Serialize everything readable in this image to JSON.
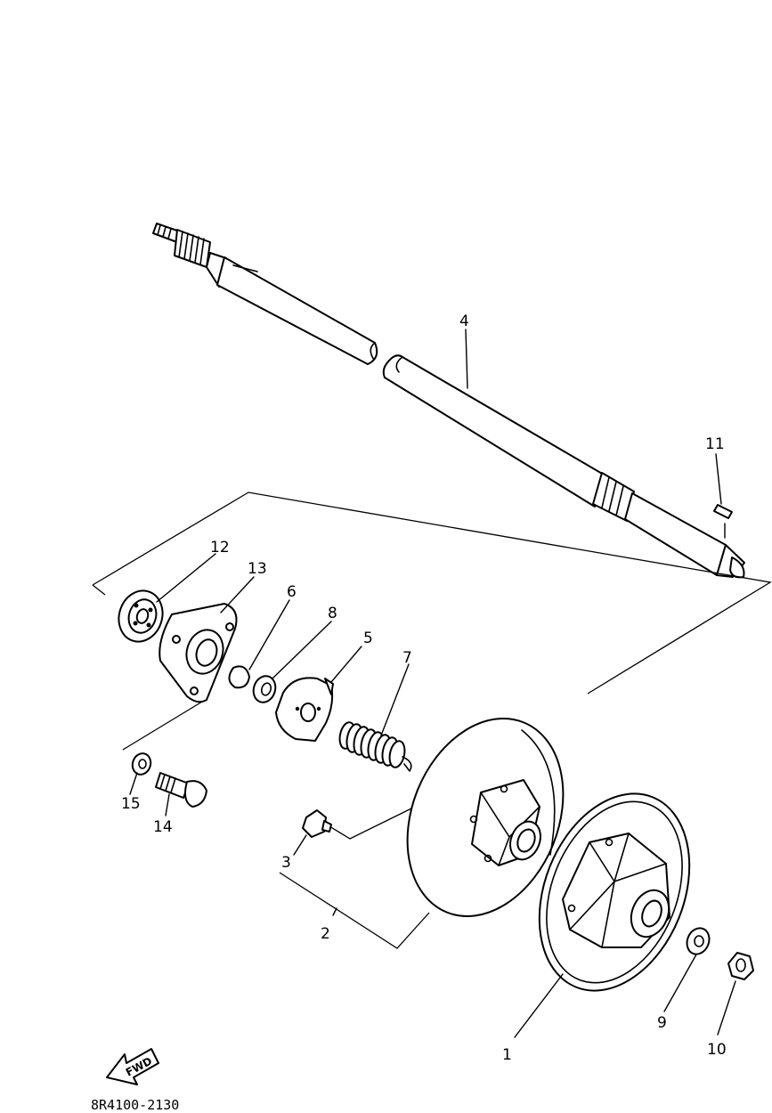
{
  "parts": [
    {
      "number": "1"
    },
    {
      "number": "2"
    },
    {
      "number": "3"
    },
    {
      "number": "4"
    },
    {
      "number": "5"
    },
    {
      "number": "6"
    },
    {
      "number": "7"
    },
    {
      "number": "8"
    },
    {
      "number": "9"
    },
    {
      "number": "10"
    },
    {
      "number": "11"
    },
    {
      "number": "12"
    },
    {
      "number": "13"
    },
    {
      "number": "14"
    },
    {
      "number": "15"
    }
  ],
  "direction_arrow": {
    "label": "FWD"
  },
  "diagram_code": "8R4100-2130"
}
